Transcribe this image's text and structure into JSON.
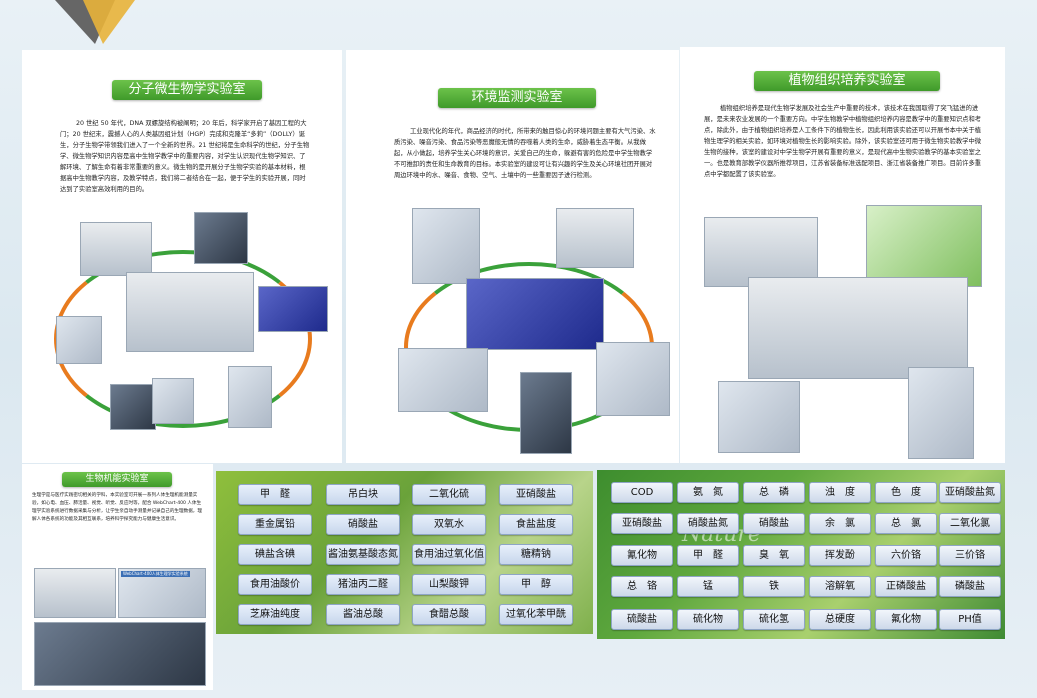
{
  "panel1": {
    "title": "分子微生物学实验室",
    "body": "20 世纪 50 年代，DNA 双螺旋结构被阐明；20 年后，科学家开启了基因工程的大门；20 世纪末，震撼人心的人类基因组计划（HGP）完成和克隆羊“多莉”（DOLLY）诞生，分子生物学带领我们进入了一个全新的世界。21 世纪将是生命科学的世纪，分子生物学、微生物学知识内容是高中生物学教学中的重要内容，对学生认识现代生物学知识、了解环境、了解生命有着非常重要的意义。微生物的是开展分子生物学实验的基本材料，根据高中生物教学内容，及教学特点，我们将二者结合在一起，便于学生的实验开展，同时达到了实验室高效利用的目的。"
  },
  "panel2": {
    "title": "环境监测实验室",
    "body": "工业现代化的年代，商品经济的时代，所带来的触目惊心的环境问题主要有大气污染、水质污染、噪音污染、食品污染等恶魔般无情的吞噬着人类的生命，威胁着生态平衡。从我做起，从小做起，培养学生关心环境的意识，关爱自己的生命，躲避有害的危险是中学生物教学不可推卸的责任和生命教育的目标。本实验室的建设可让有兴趣的学生及关心环境社团开展对周边环境中的水、噪音、食物、空气、土壤中的一些重要因子进行检测。"
  },
  "panel3": {
    "title": "植物组织培养实验室",
    "body": "植物组织培养是现代生物学发展及社会生产中重要的技术，该技术在我国取得了突飞猛进的进展，是未来农业发展的一个重要方向。中学生物教学中植物组织培养内容是教学中的重要知识点和考点，除此外，由于植物组织培养是人工条件下的植物生长，因此利用该实验还可以开展书本中关于植物生理学的相关实验，如环境对植物生长的影响实验。除外，该实验室还可用于微生物实验教学中微生物的接种，该室的建设对中学生物学开展有重要的意义，是现代高中生物实验教学的基本实验室之一。也是教育部教学仪器所推荐项目，江苏省装备标准选配项目、浙江省装备推广项目。目前许多重点中学都配置了该实验室。"
  },
  "panel4": {
    "title": "生物机能实验室",
    "body": "生理学是与医疗实践密切相关的学科，本实验室可开展一系列人体生理机能测量实验，如心电、血压、肺活量、视觉、听觉、反应时等，配合 WebChart-400 人体生理学实验系统进行数据采集与分析，让学生亲自动手测量并记录自己的生理数据，理解人体各系统的功能及其相互联系，培养科学探究能力与健康生活意识。",
    "screen_caption": "WebChart-400人体生理学实验系统"
  },
  "panel5": {
    "items": [
      "甲　醛",
      "吊白块",
      "二氧化硫",
      "亚硝酸盐",
      "重金属铅",
      "硝酸盐",
      "双氧水",
      "食盐盐度",
      "碘盐含碘",
      "酱油氨基酸态氮",
      "食用油过氧化值",
      "糖精钠",
      "食用油酸价",
      "猪油丙二醛",
      "山梨酸钾",
      "甲　醇",
      "芝麻油纯度",
      "酱油总酸",
      "食醋总酸",
      "过氧化苯甲酰"
    ]
  },
  "panel6": {
    "watermark": "Nature",
    "items": [
      "COD",
      "氨　氮",
      "总　磷",
      "浊　度",
      "色　度",
      "亚硝酸盐氮",
      "亚硝酸盐",
      "硝酸盐氮",
      "硝酸盐",
      "余　氯",
      "总　氯",
      "二氧化氯",
      "氰化物",
      "甲　醛",
      "臭　氧",
      "挥发酚",
      "六价铬",
      "三价铬",
      "总　铬",
      "锰",
      "铁",
      "溶解氧",
      "正磷酸盐",
      "磷酸盐",
      "硫酸盐",
      "硫化物",
      "硫化氢",
      "总硬度",
      "氟化物",
      "PH值"
    ]
  },
  "colors": {
    "banner": "#4fae35",
    "arc_green": "#3aa13a",
    "arc_orange": "#e87b1e",
    "logo_dark": "#555555",
    "logo_gold": "#e8b33a"
  }
}
